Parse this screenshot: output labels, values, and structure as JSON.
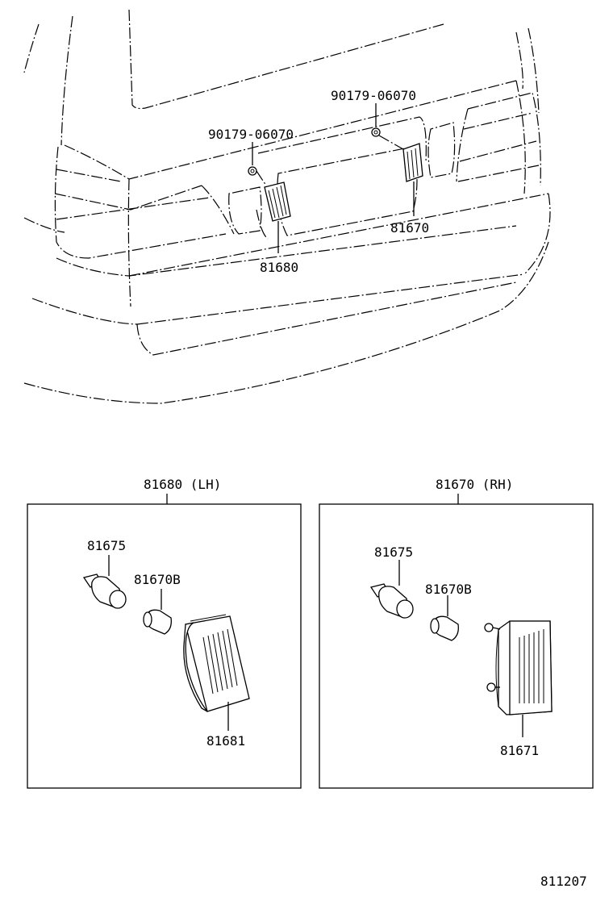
{
  "callouts": {
    "nut_left": "90179-06070",
    "nut_right": "90179-06070",
    "lamp_rh": "81670",
    "lamp_lh": "81680"
  },
  "panel_lh": {
    "title": "81680 (LH)",
    "socket": "81675",
    "bulb": "81670B",
    "lens": "81681"
  },
  "panel_rh": {
    "title": "81670 (RH)",
    "socket": "81675",
    "bulb": "81670B",
    "lens": "81671"
  },
  "figure_number": "811207"
}
